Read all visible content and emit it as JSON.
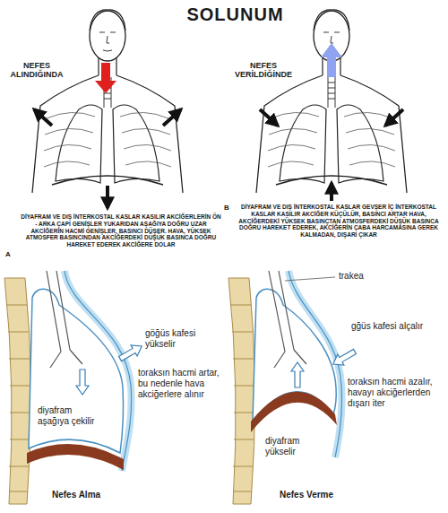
{
  "diagram": {
    "title": "SOLUNUM",
    "labels": [
      "NEFES ALINDIĞINDA",
      "NEFES VERİLDİĞİNDE",
      "DİYAFRAM VE DIŞ İNTERKOSTAL KASLAR KASILIR AKCİĞERLERİN ÖN - ARKA ÇAPI GENİŞLER YUKARIDAN AŞAĞIYA DOĞRU UZAR AKCİĞERİN HACMİ GENİŞLER, BASINCI DÜŞER. HAVA, YÜKSEK ATMOSFER BASINCINDAN AKCİĞERDEKİ DÜŞÜK BASINCA DOĞRU HAREKET EDEREK AKCİĞERE DOLAR",
      "A",
      "B",
      "DİYAFRAM VE DIŞ İNTERKOSTAL KASLAR GEVŞER İÇ İNTERKOSTAL KASLAR KASILIR AKCİĞER KÜÇÜLÜR, BASINCI ARTAR HAVA, AKCİĞERDEKİ YÜKSEK BASINÇTAN ATMOSFERDEKİ DÜŞÜK BASINCA DOĞRU HAREKET EDEREK, AKCİĞERİN ÇABA HARCAMASINA GEREK KALMADAN, DIŞARI ÇIKAR",
      "trakea",
      "göğüs kafesi yükselir",
      "gğüs kafesi alçalır",
      "toraksın hacmi artar, bu nedenle hava akciğerlere alınır",
      "toraksın hacmi azalır, havayı akciğerlerden dışarı iter",
      "diyafram aşağıya çekilir",
      "diyafram yükselir",
      "Nefes Alma",
      "Nefes Verme"
    ]
  }
}
